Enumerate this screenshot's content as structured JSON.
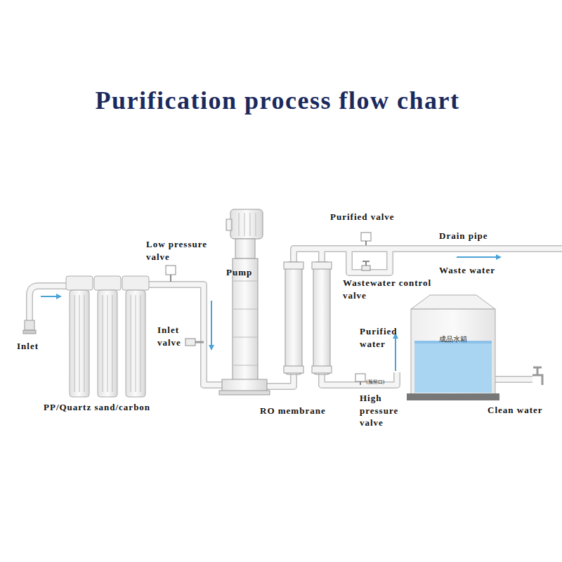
{
  "diagram": {
    "title": "Purification process flow chart",
    "nodes": [
      {
        "text": [
          "成品水箱"
        ]
      }
    ],
    "labels": [
      "Purified valve",
      "Drain pipe",
      "Low pressure valve",
      "Pump",
      "Waste water",
      "Wastewater control valve",
      "Inlet valve",
      "Purified water",
      "Inlet",
      "High pressure valve",
      "PP/Quartz sand/carbon",
      "RO membrane",
      "Clean water",
      "(预留口)"
    ]
  }
}
